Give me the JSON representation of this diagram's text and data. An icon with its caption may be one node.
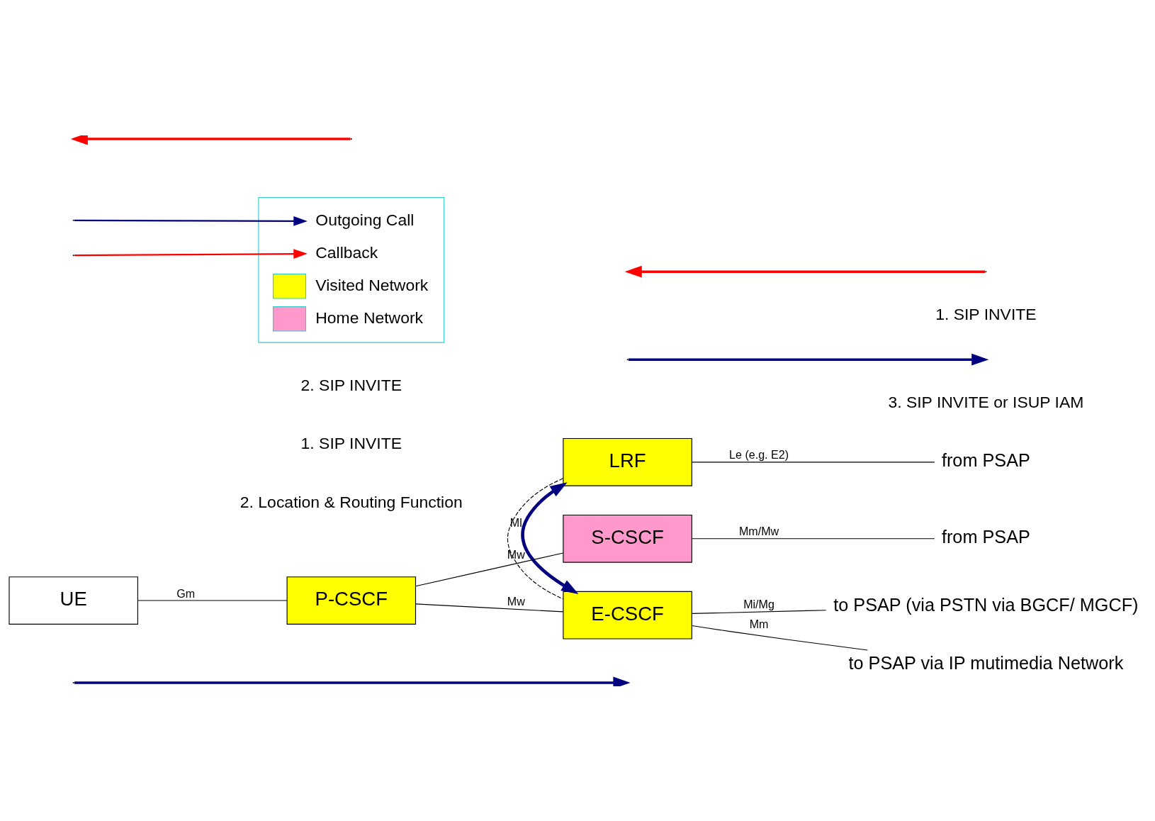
{
  "diagram": {
    "nodes": [
      {
        "text": [
          "LRF"
        ]
      },
      {
        "text": [
          "from PSAP"
        ]
      },
      {
        "text": [
          "to PSAP via IP mutimedia Network"
        ]
      },
      {
        "text": [
          "UE"
        ]
      },
      {
        "text": [
          "P-CSCF"
        ]
      },
      {
        "text": [
          "E-CSCF"
        ]
      },
      {
        "text": [
          "to PSAP (via PSTN via BGCF/ MGCF)"
        ]
      },
      {
        "text": [
          "S-CSCF"
        ]
      },
      {
        "text": [
          "from PSAP"
        ]
      }
    ],
    "edges": [
      {
        "from": 0,
        "to": 1,
        "arrow": "none",
        "label": "Le (e.g. E2)"
      },
      {
        "from": 0,
        "to": 5,
        "arrow": "both",
        "label": "Ml",
        "style": "thick",
        "color": "#000080"
      },
      {
        "from": 0,
        "to": 5,
        "arrow": "none",
        "style": "dashed"
      },
      {
        "from": 3,
        "to": 4,
        "arrow": "none",
        "label": "Gm"
      },
      {
        "from": 4,
        "to": 5,
        "arrow": "none",
        "label": "Mw"
      },
      {
        "from": 5,
        "to": 2,
        "arrow": "none",
        "label": "Mm"
      },
      {
        "from": 5,
        "to": 6,
        "arrow": "none",
        "label": "Mi/Mg"
      },
      {
        "from": 4,
        "to": 7,
        "arrow": "none",
        "label": "Mw"
      },
      {
        "from": 7,
        "to": 8,
        "arrow": "none",
        "label": "Mm/Mw"
      }
    ],
    "labels": [
      "2. Location & Routing Function",
      "1. SIP INVITE",
      "3. SIP INVITE or ISUP IAM",
      "2. SIP INVITE",
      "1. SIP INVITE"
    ],
    "legend": [
      {
        "text": "Outgoing Call"
      },
      {
        "text": "Callback"
      },
      {
        "text": "Visited Network",
        "color": "#ffff00"
      },
      {
        "text": "Home Network",
        "color": "#ff99cc"
      }
    ]
  }
}
